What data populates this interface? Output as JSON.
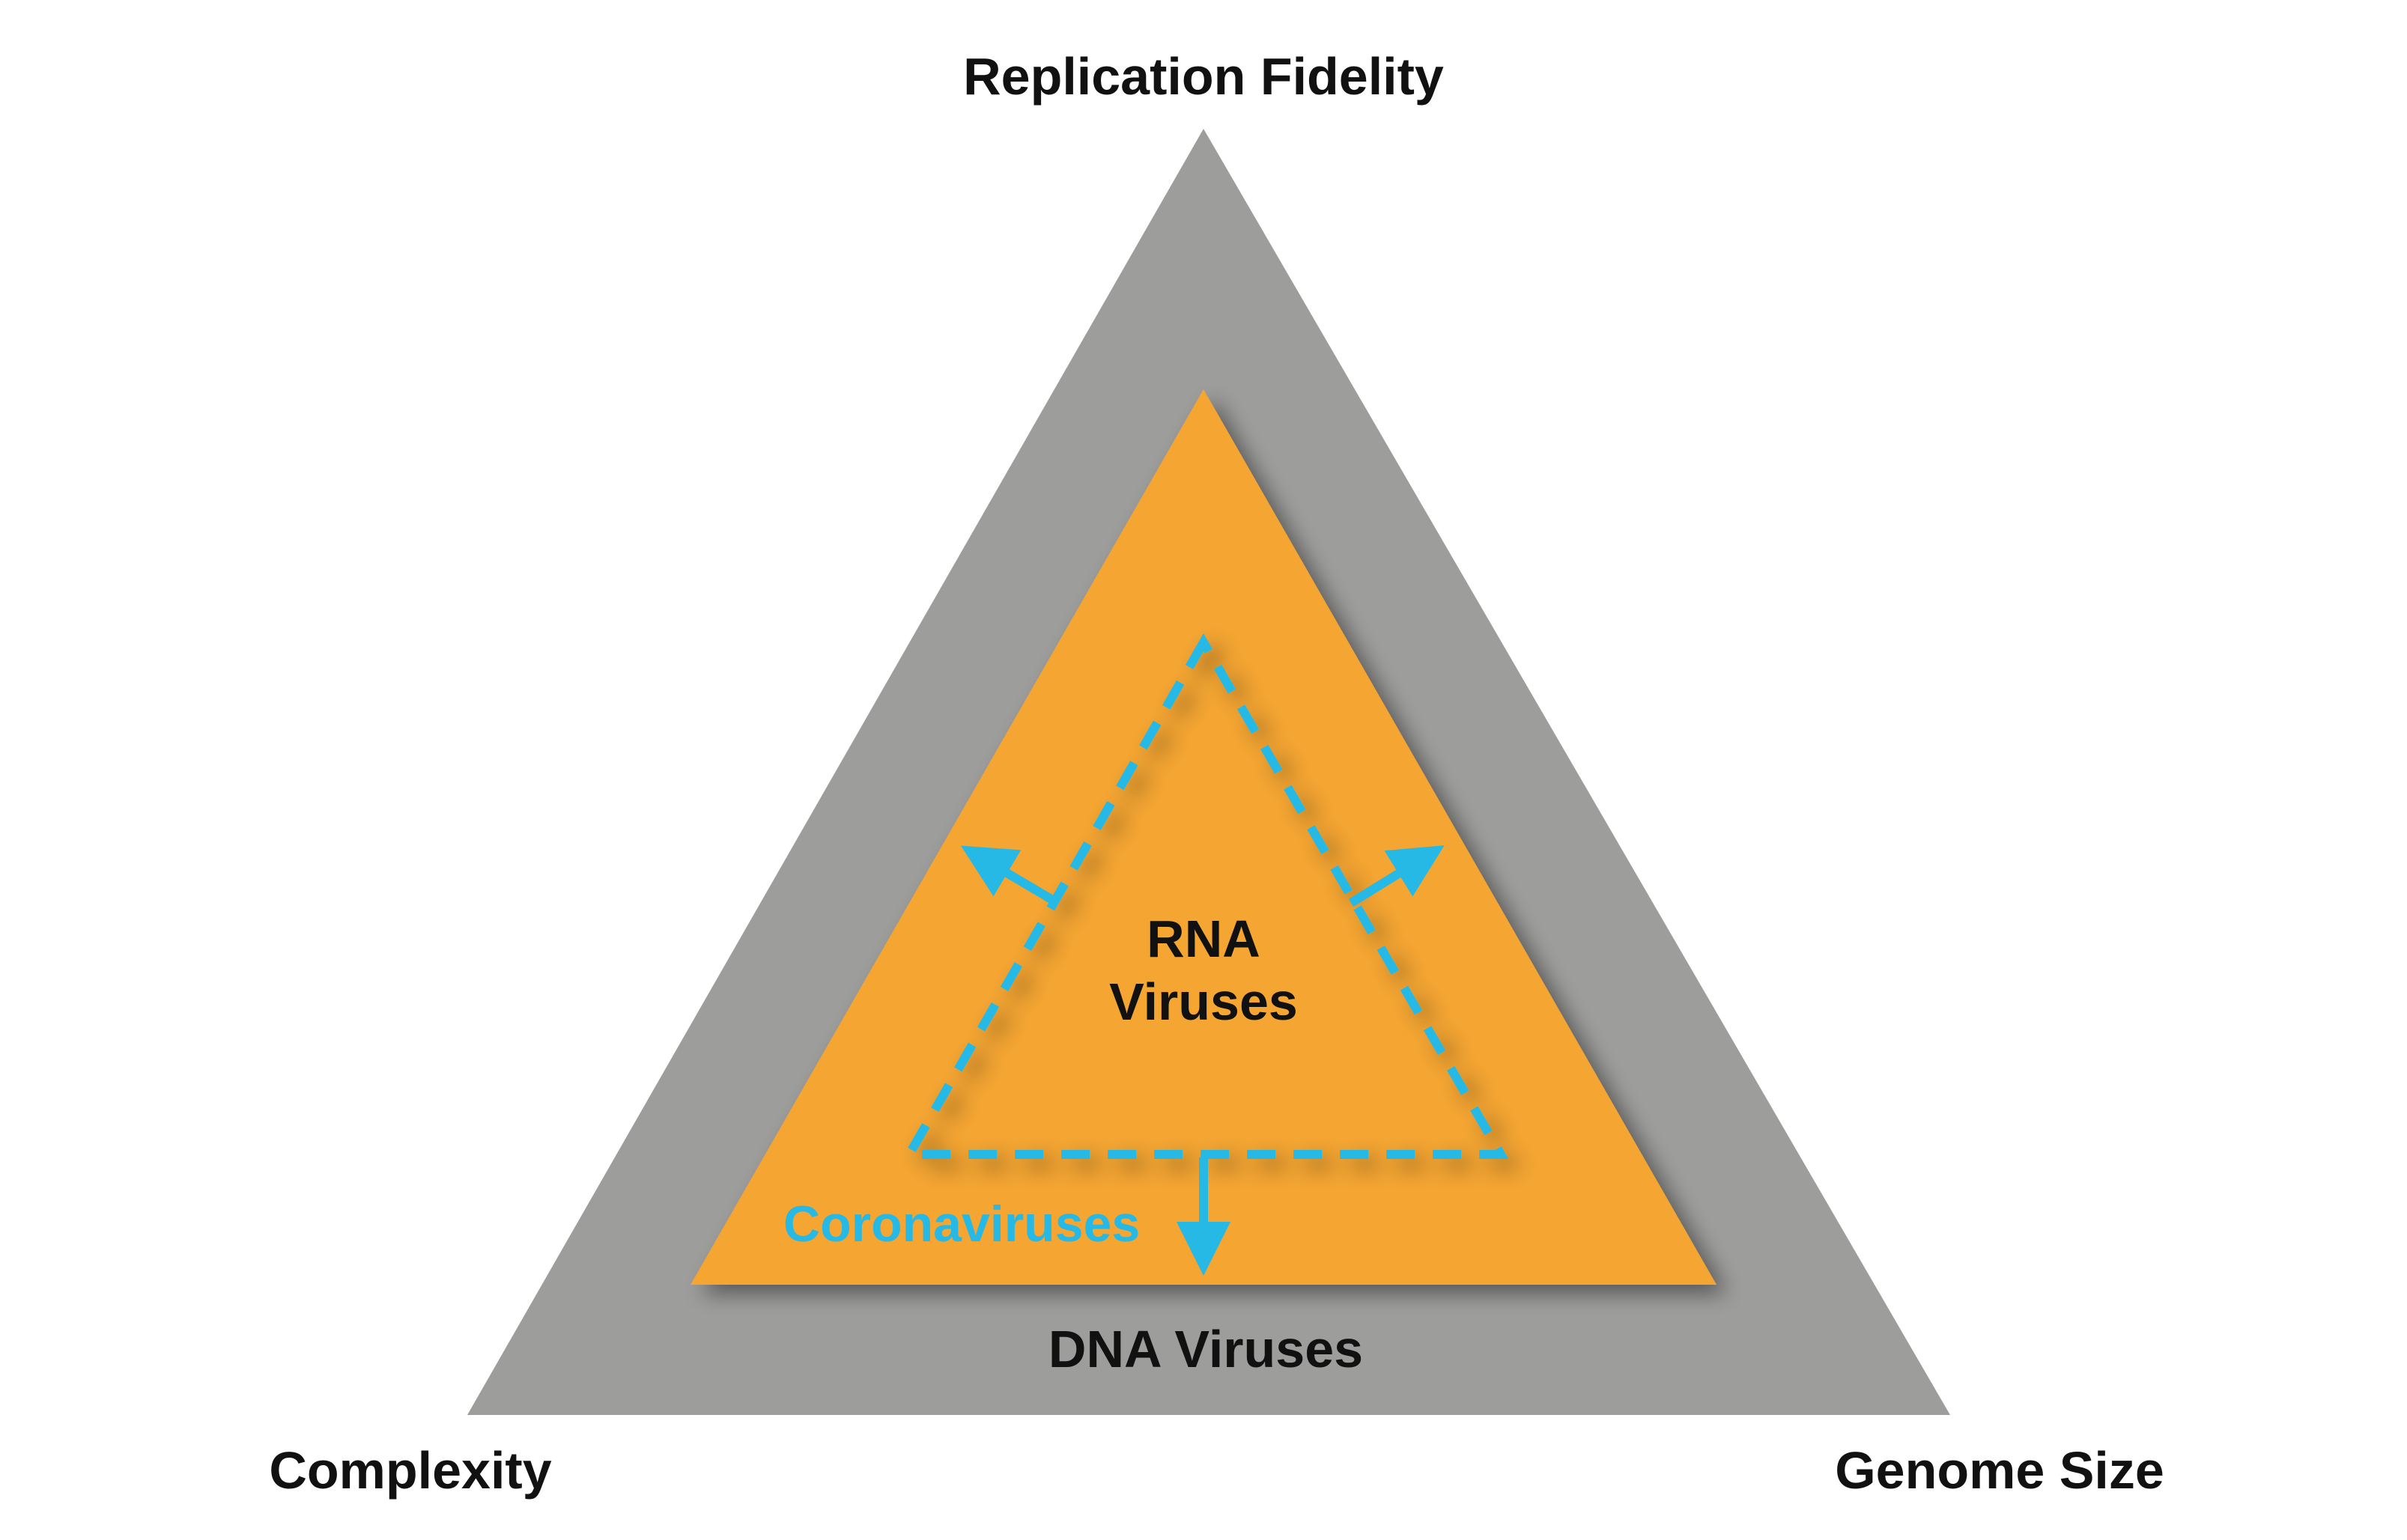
{
  "diagram": {
    "labels": {
      "top": "Replication Fidelity",
      "bottom_left": "Complexity",
      "bottom_right": "Genome Size",
      "outer": "DNA Viruses",
      "inner_line1": "RNA",
      "inner_line2": "Viruses",
      "corona": "Coronaviruses"
    },
    "colors": {
      "outer_triangle": "#9d9d9c",
      "middle_triangle": "#f4a532",
      "accent_blue": "#26b9e6",
      "text_dark": "#111111",
      "background": "#ffffff"
    }
  }
}
